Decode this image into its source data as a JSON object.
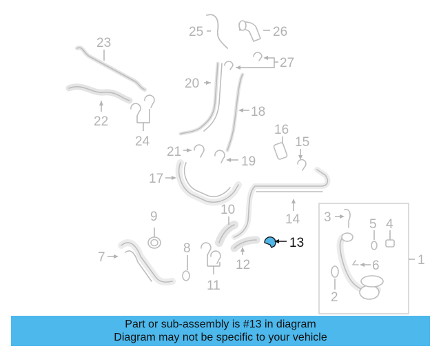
{
  "callouts": {
    "n1": "1",
    "n2": "2",
    "n3": "3",
    "n4": "4",
    "n5": "5",
    "n6": "6",
    "n7": "7",
    "n8": "8",
    "n9": "9",
    "n10": "10",
    "n11": "11",
    "n12": "12",
    "n13": "13",
    "n14": "14",
    "n15": "15",
    "n16": "16",
    "n17": "17",
    "n18": "18",
    "n19": "19",
    "n20": "20",
    "n21": "21",
    "n22": "22",
    "n23": "23",
    "n24": "24",
    "n25": "25",
    "n26": "26",
    "n27": "27"
  },
  "highlight": {
    "color": "#4fb6e8"
  },
  "caption": {
    "line1": "Part or sub-assembly is #13 in diagram",
    "line2": "Diagram may not be specific to your vehicle",
    "background": "#4db8ec"
  }
}
